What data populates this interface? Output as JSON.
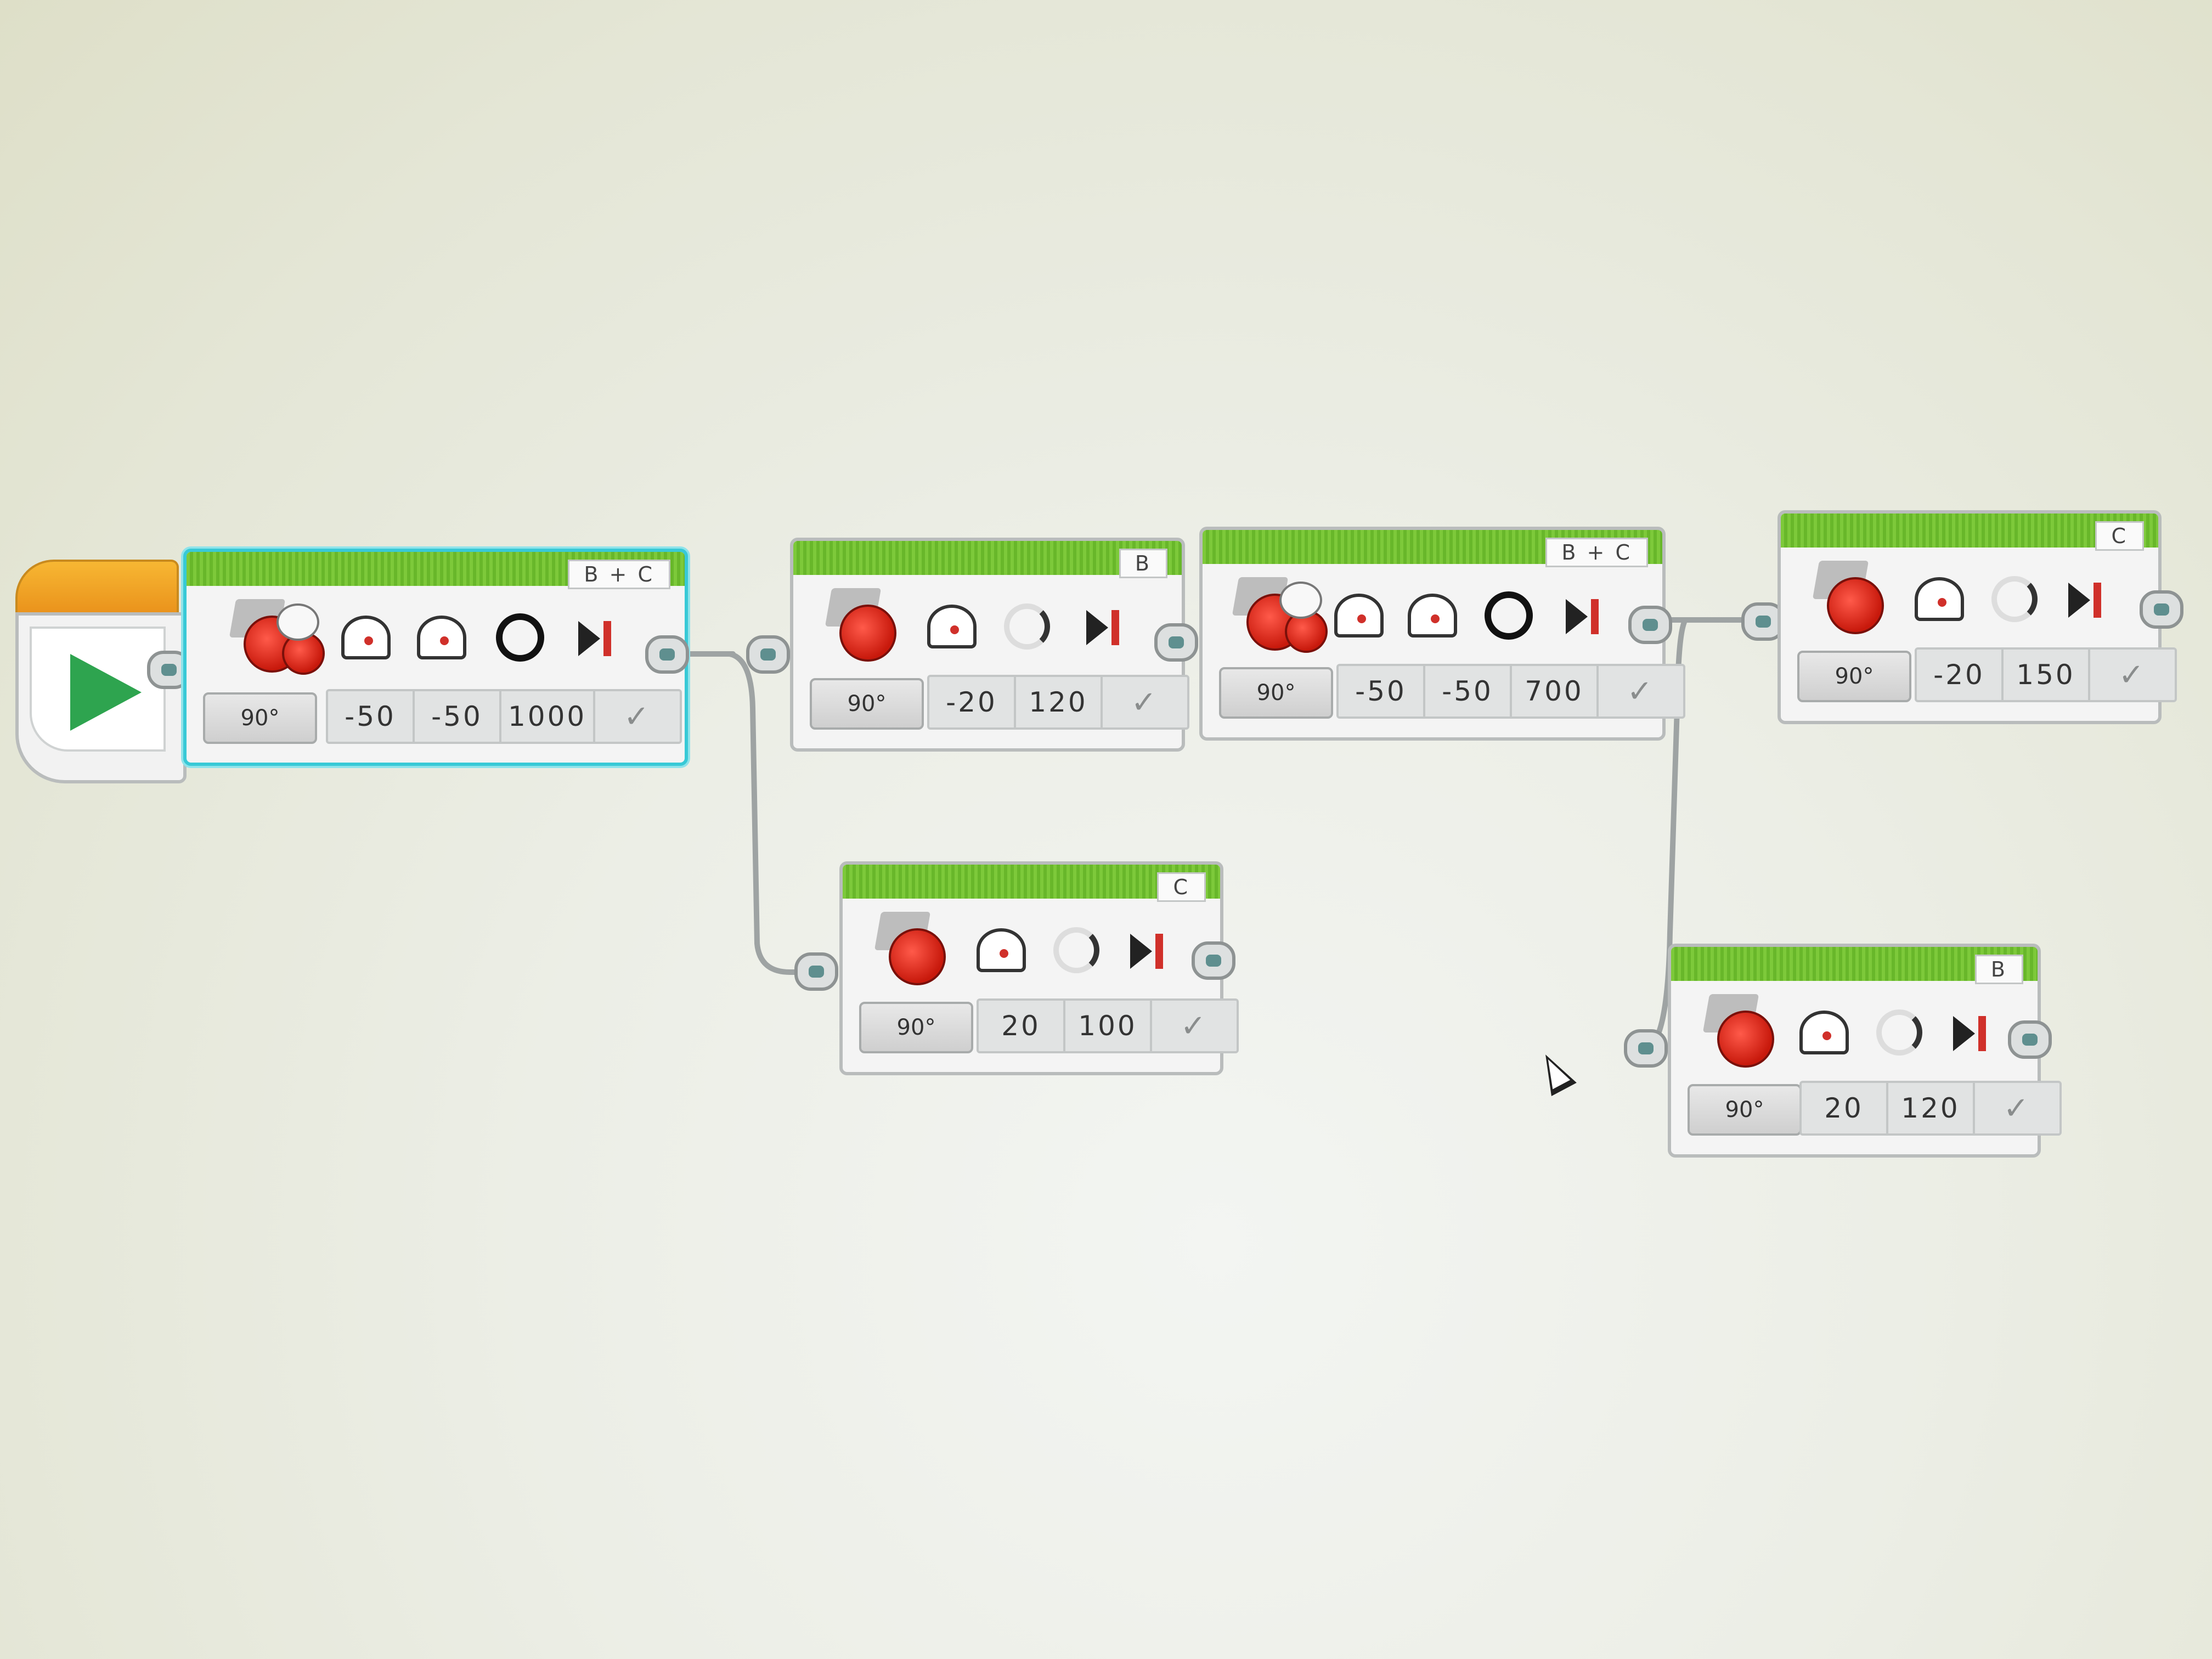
{
  "program": {
    "blocks": [
      {
        "id": "b1",
        "port": "B + C",
        "values": [
          "-50",
          "-50",
          "1000"
        ],
        "mode": "90°",
        "selected": true,
        "type": "tank"
      },
      {
        "id": "b2",
        "port": "B",
        "values": [
          "-20",
          "120"
        ],
        "mode": "90°",
        "selected": false,
        "type": "single"
      },
      {
        "id": "b3",
        "port": "C",
        "values": [
          "20",
          "100"
        ],
        "mode": "90°",
        "selected": false,
        "type": "single"
      },
      {
        "id": "b4",
        "port": "B + C",
        "values": [
          "-50",
          "-50",
          "700"
        ],
        "mode": "90°",
        "selected": false,
        "type": "tank"
      },
      {
        "id": "b5",
        "port": "C",
        "values": [
          "-20",
          "150"
        ],
        "mode": "90°",
        "selected": false,
        "type": "single"
      },
      {
        "id": "b6",
        "port": "B",
        "values": [
          "20",
          "120"
        ],
        "mode": "90°",
        "selected": false,
        "type": "single"
      }
    ]
  },
  "colors": {
    "header": "#7dc93a",
    "selected_outline": "#38c9d6",
    "start_cap": "#f0a52a",
    "play": "#2ea44f",
    "motor": "#d7241a"
  },
  "icons": [
    "play-icon",
    "motor-icon",
    "speed-dial-icon",
    "degrees-icon",
    "brake-icon",
    "steering-icon",
    "mode-icon",
    "check-icon"
  ]
}
